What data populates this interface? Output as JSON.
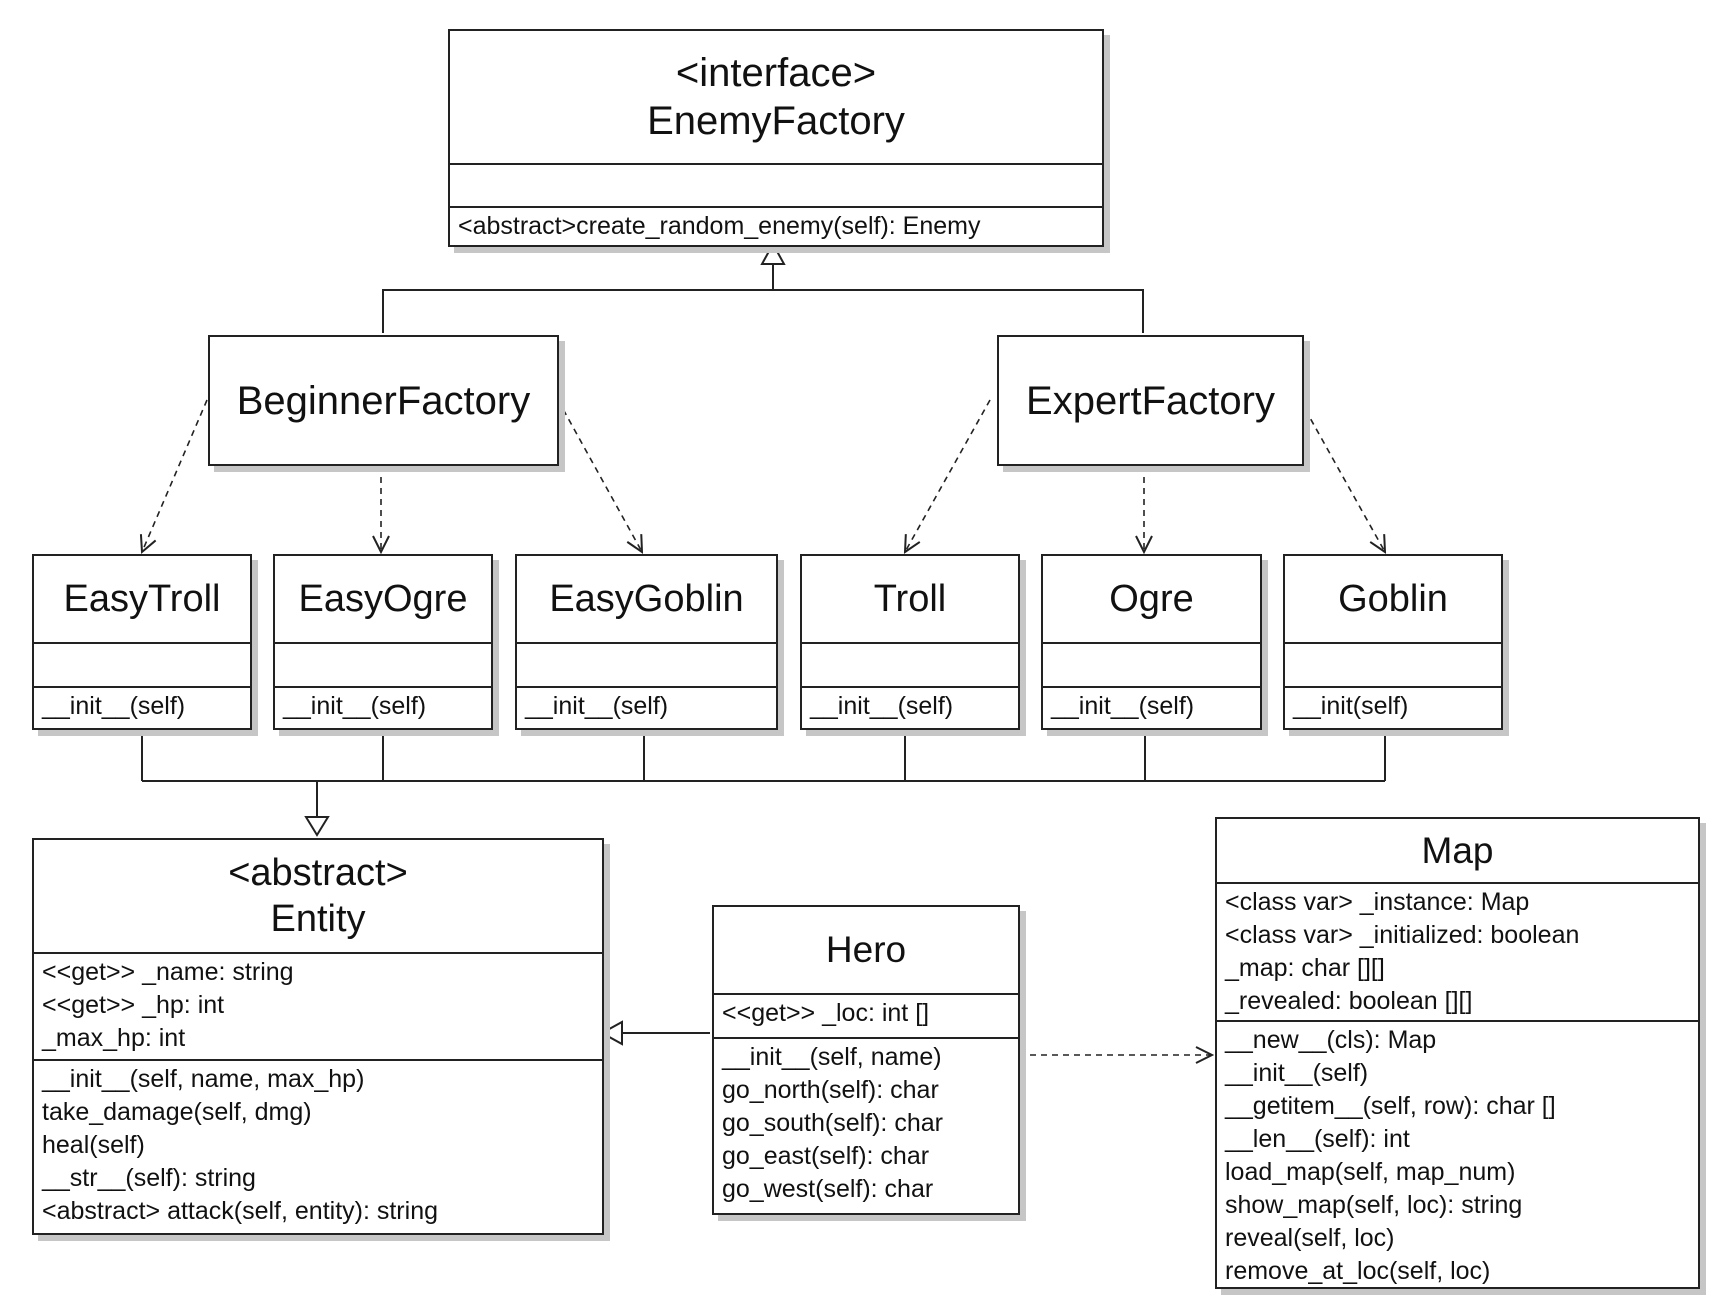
{
  "diagram": {
    "enemy_factory": {
      "stereotype": "<interface>",
      "name": "EnemyFactory",
      "attributes": [],
      "methods": [
        "<abstract>create_random_enemy(self): Enemy"
      ]
    },
    "beginner_factory": {
      "name": "BeginnerFactory"
    },
    "expert_factory": {
      "name": "ExpertFactory"
    },
    "easy_troll": {
      "name": "EasyTroll",
      "methods": [
        "__init__(self)"
      ]
    },
    "easy_ogre": {
      "name": "EasyOgre",
      "methods": [
        "__init__(self)"
      ]
    },
    "easy_goblin": {
      "name": "EasyGoblin",
      "methods": [
        "__init__(self)"
      ]
    },
    "troll": {
      "name": "Troll",
      "methods": [
        "__init__(self)"
      ]
    },
    "ogre": {
      "name": "Ogre",
      "methods": [
        "__init__(self)"
      ]
    },
    "goblin": {
      "name": "Goblin",
      "methods": [
        "__init(self)"
      ]
    },
    "entity": {
      "stereotype": "<abstract>",
      "name": "Entity",
      "attributes": [
        "<<get>> _name: string",
        "<<get>> _hp: int",
        "_max_hp: int"
      ],
      "methods": [
        "__init__(self, name, max_hp)",
        "take_damage(self, dmg)",
        "heal(self)",
        "__str__(self): string",
        "<abstract> attack(self, entity): string"
      ]
    },
    "hero": {
      "name": "Hero",
      "attributes": [
        "<<get>> _loc: int []"
      ],
      "methods": [
        "__init__(self, name)",
        "go_north(self): char",
        "go_south(self): char",
        "go_east(self): char",
        "go_west(self): char"
      ]
    },
    "map": {
      "name": "Map",
      "attributes": [
        "<class var> _instance: Map",
        "<class var> _initialized: boolean",
        "_map: char [][]",
        "_revealed: boolean [][]"
      ],
      "methods": [
        "__new__(cls): Map",
        "__init__(self)",
        "__getitem__(self, row): char []",
        "__len__(self): int",
        "load_map(self, map_num)",
        "show_map(self, loc): string",
        "reveal(self, loc)",
        "remove_at_loc(self, loc)"
      ]
    }
  }
}
